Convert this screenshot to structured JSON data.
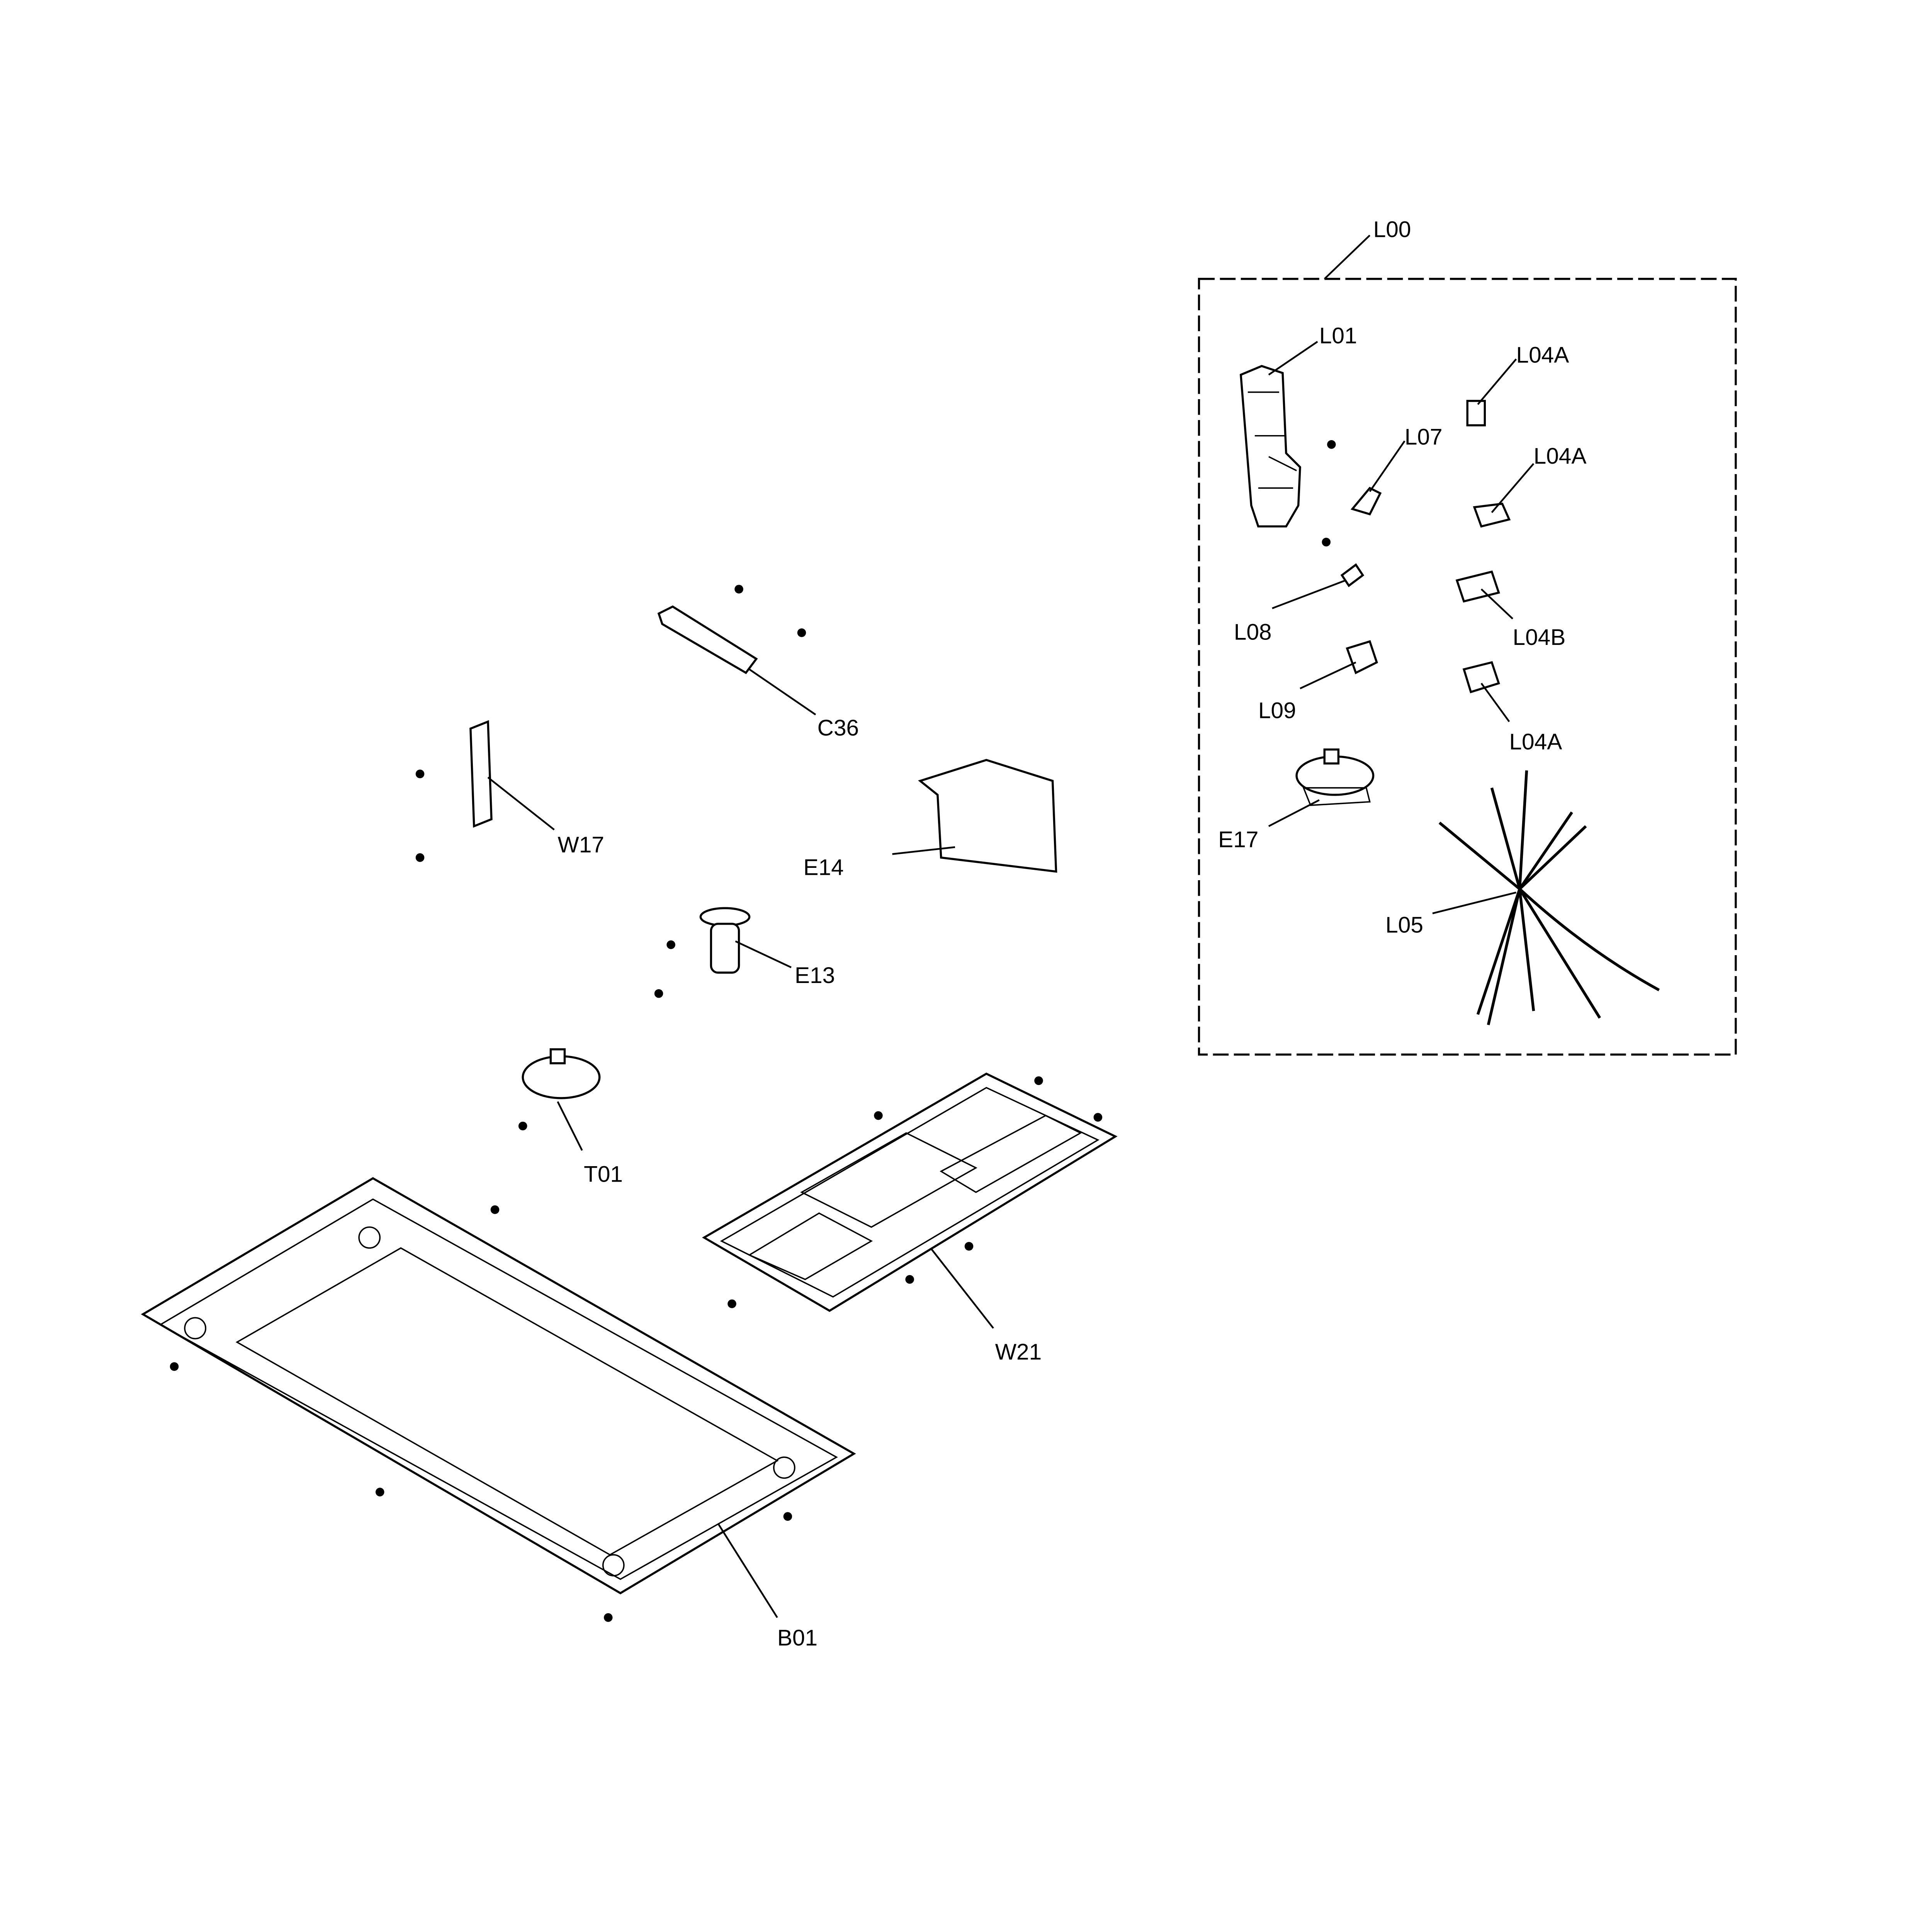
{
  "diagram": {
    "kit_label": "L00",
    "kit_parts": [
      {
        "id": "L01"
      },
      {
        "id": "L04A"
      },
      {
        "id": "L07"
      },
      {
        "id": "L04A"
      },
      {
        "id": "L08"
      },
      {
        "id": "L04B"
      },
      {
        "id": "L09"
      },
      {
        "id": "L04A"
      },
      {
        "id": "E17"
      },
      {
        "id": "L05"
      }
    ],
    "main_parts": [
      {
        "id": "C36"
      },
      {
        "id": "W17"
      },
      {
        "id": "E14"
      },
      {
        "id": "E13"
      },
      {
        "id": "T01"
      },
      {
        "id": "W21"
      },
      {
        "id": "B01"
      }
    ]
  }
}
